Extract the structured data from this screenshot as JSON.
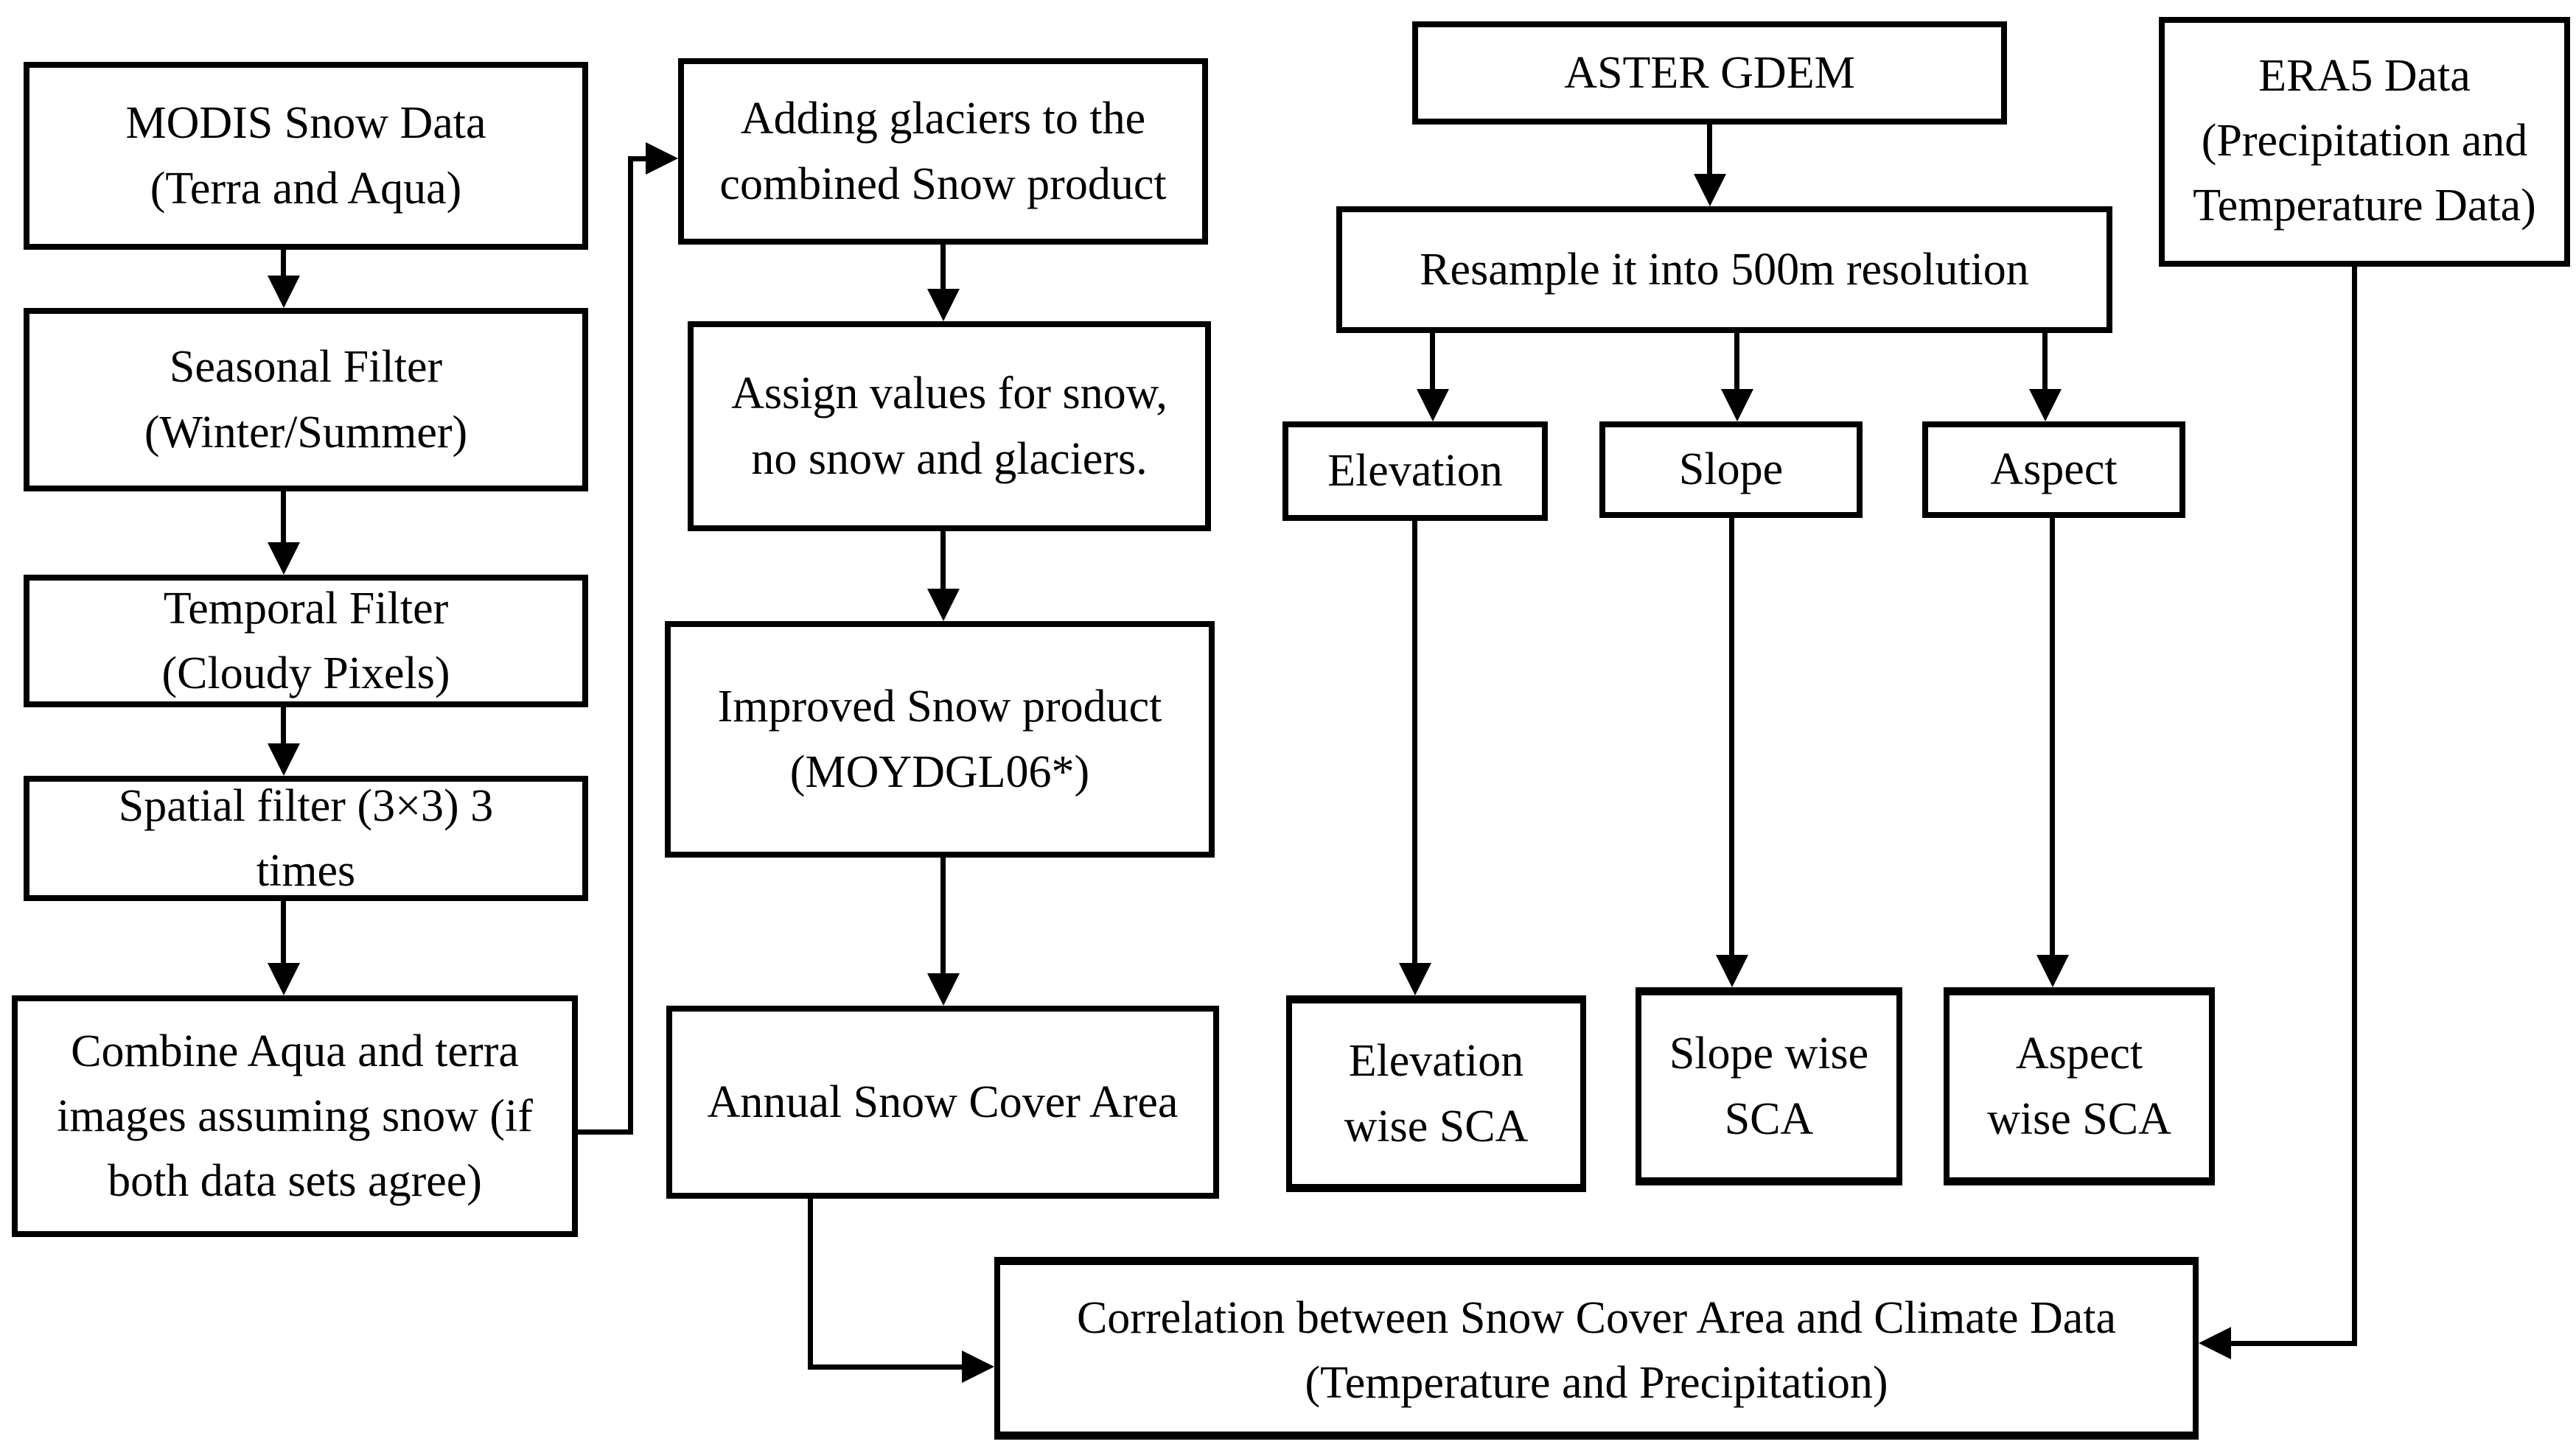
{
  "diagram": {
    "type": "flowchart",
    "background_color": "#ffffff",
    "line_color": "#000000",
    "nodes": {
      "modis": {
        "label": "MODIS Snow Data\n(Terra and Aqua)"
      },
      "seasonal": {
        "label": "Seasonal Filter\n(Winter/Summer)"
      },
      "temporal": {
        "label": "Temporal Filter\n(Cloudy Pixels)"
      },
      "spatial": {
        "label": "Spatial filter (3×3) 3\ntimes"
      },
      "combine": {
        "label": "Combine Aqua and terra\nimages assuming snow (if\nboth data sets agree)"
      },
      "adding_glaciers": {
        "label": "Adding glaciers to the\ncombined Snow product"
      },
      "assign_values": {
        "label": "Assign values for snow,\nno snow and glaciers."
      },
      "improved": {
        "label": "Improved Snow product\n(MOYDGL06*)"
      },
      "annual_sca": {
        "label": "Annual Snow Cover Area"
      },
      "aster": {
        "label": "ASTER GDEM"
      },
      "resample": {
        "label": "Resample it into 500m resolution"
      },
      "elevation": {
        "label": "Elevation"
      },
      "slope": {
        "label": "Slope"
      },
      "aspect": {
        "label": "Aspect"
      },
      "elevation_sca": {
        "label": "Elevation\nwise SCA"
      },
      "slope_sca": {
        "label": "Slope wise\nSCA"
      },
      "aspect_sca": {
        "label": "Aspect\nwise SCA"
      },
      "era5": {
        "label": "ERA5 Data\n(Precipitation and\nTemperature Data)"
      },
      "correlation": {
        "label": "Correlation between Snow Cover Area and Climate Data\n(Temperature and Precipitation)"
      }
    },
    "edges": [
      {
        "from": "modis",
        "to": "seasonal"
      },
      {
        "from": "seasonal",
        "to": "temporal"
      },
      {
        "from": "temporal",
        "to": "spatial"
      },
      {
        "from": "spatial",
        "to": "combine"
      },
      {
        "from": "combine",
        "to": "adding_glaciers"
      },
      {
        "from": "adding_glaciers",
        "to": "assign_values"
      },
      {
        "from": "assign_values",
        "to": "improved"
      },
      {
        "from": "improved",
        "to": "annual_sca"
      },
      {
        "from": "aster",
        "to": "resample"
      },
      {
        "from": "resample",
        "to": "elevation"
      },
      {
        "from": "resample",
        "to": "slope"
      },
      {
        "from": "resample",
        "to": "aspect"
      },
      {
        "from": "elevation",
        "to": "elevation_sca"
      },
      {
        "from": "slope",
        "to": "slope_sca"
      },
      {
        "from": "aspect",
        "to": "aspect_sca"
      },
      {
        "from": "annual_sca",
        "to": "correlation"
      },
      {
        "from": "era5",
        "to": "correlation"
      }
    ]
  }
}
